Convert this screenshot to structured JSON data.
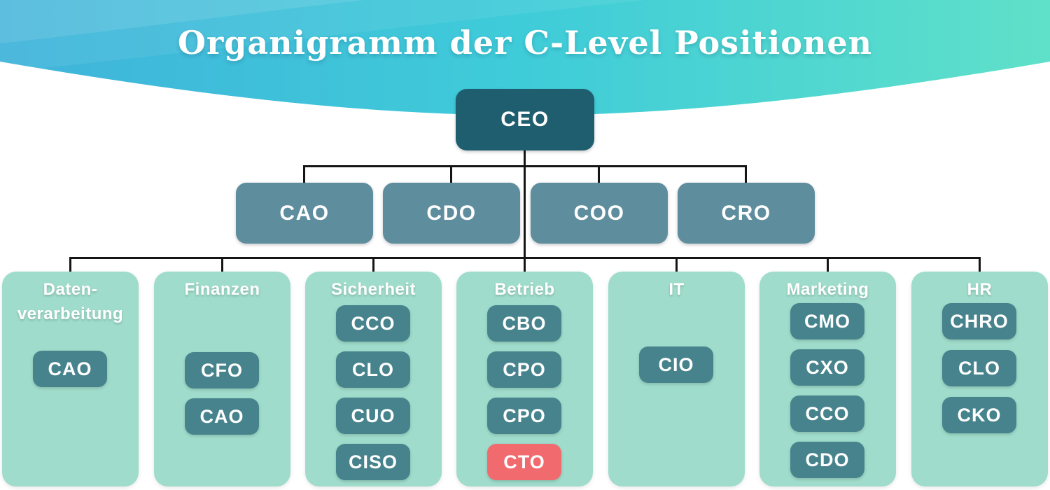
{
  "header": {
    "title": "Organigramm der C-Level Positionen"
  },
  "org": {
    "root": {
      "label": "CEO"
    },
    "level2": [
      {
        "label": "CAO"
      },
      {
        "label": "CDO"
      },
      {
        "label": "COO"
      },
      {
        "label": "CRO"
      }
    ],
    "groups": [
      {
        "title": "Daten-\nverarbeitung",
        "boxes": [
          {
            "label": "CAO"
          }
        ]
      },
      {
        "title": "Finanzen",
        "boxes": [
          {
            "label": "CFO"
          },
          {
            "label": "CAO"
          }
        ]
      },
      {
        "title": "Sicherheit",
        "boxes": [
          {
            "label": "CCO"
          },
          {
            "label": "CLO"
          },
          {
            "label": "CUO"
          },
          {
            "label": "CISO"
          }
        ]
      },
      {
        "title": "Betrieb",
        "boxes": [
          {
            "label": "CBO"
          },
          {
            "label": "CPO"
          },
          {
            "label": "CPO"
          },
          {
            "label": "CTO",
            "highlight": true
          }
        ]
      },
      {
        "title": "IT",
        "boxes": [
          {
            "label": "CIO"
          }
        ]
      },
      {
        "title": "Marketing",
        "boxes": [
          {
            "label": "CMO"
          },
          {
            "label": "CXO"
          },
          {
            "label": "CCO"
          },
          {
            "label": "CDO"
          }
        ]
      },
      {
        "title": "HR",
        "boxes": [
          {
            "label": "CHRO"
          },
          {
            "label": "CLO"
          },
          {
            "label": "CKO"
          }
        ]
      }
    ]
  },
  "colors": {
    "band-left": "#3fb3da",
    "band-mid": "#3fccd9",
    "band-right": "#5fe0c9",
    "root-box": "#1f5e6f",
    "l2-box": "#5e8d9e",
    "group-bg": "#9fdccb",
    "inner-box": "#46838d",
    "highlight-box": "#f16a6e",
    "line": "#151515"
  }
}
